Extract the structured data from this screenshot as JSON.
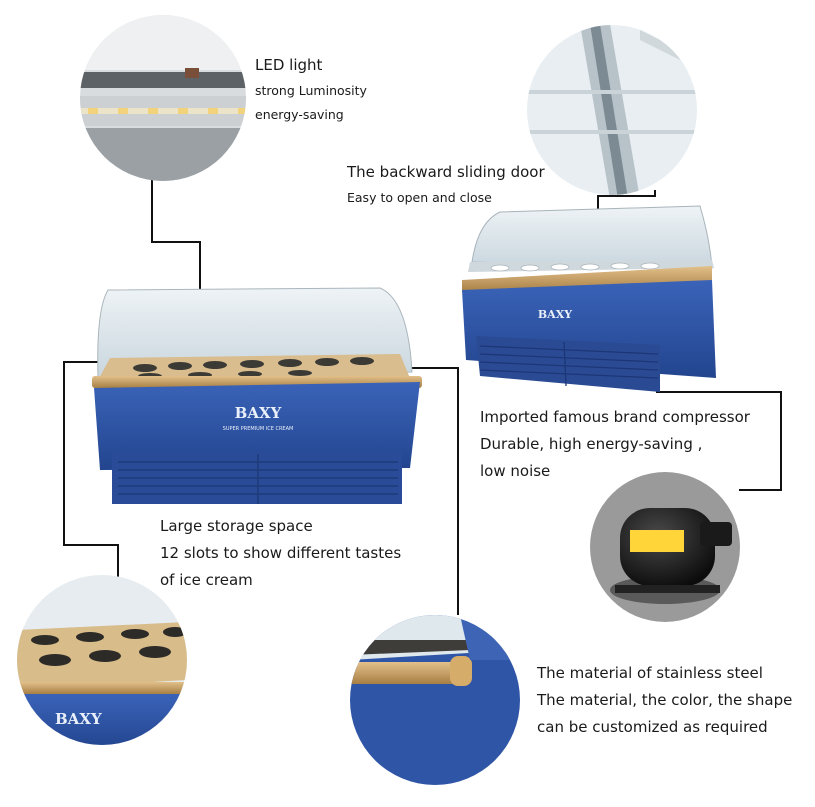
{
  "features": {
    "led": {
      "title": "LED light",
      "lines": [
        "strong  Luminosity",
        "energy-saving"
      ]
    },
    "door": {
      "title": "The backward sliding door",
      "lines": [
        "Easy to open and close"
      ]
    },
    "compressor": {
      "lines": [
        "Imported famous brand compressor",
        "Durable, high energy-saving ,",
        "low noise"
      ]
    },
    "storage": {
      "lines": [
        "Large storage space",
        "12 slots to show different tastes",
        "of ice cream"
      ]
    },
    "material": {
      "lines": [
        "The material of stainless steel",
        "The material, the color, the shape",
        "can be customized as required"
      ]
    }
  },
  "brand": {
    "logo_text": "BAXY",
    "logo_sub": "SUPER PREMIUM ICE CREAM"
  },
  "colors": {
    "cabinet_blue": "#2f56a8",
    "trim_gold": "#c9a062",
    "glass": "#dfe8ee",
    "line": "#111111"
  }
}
